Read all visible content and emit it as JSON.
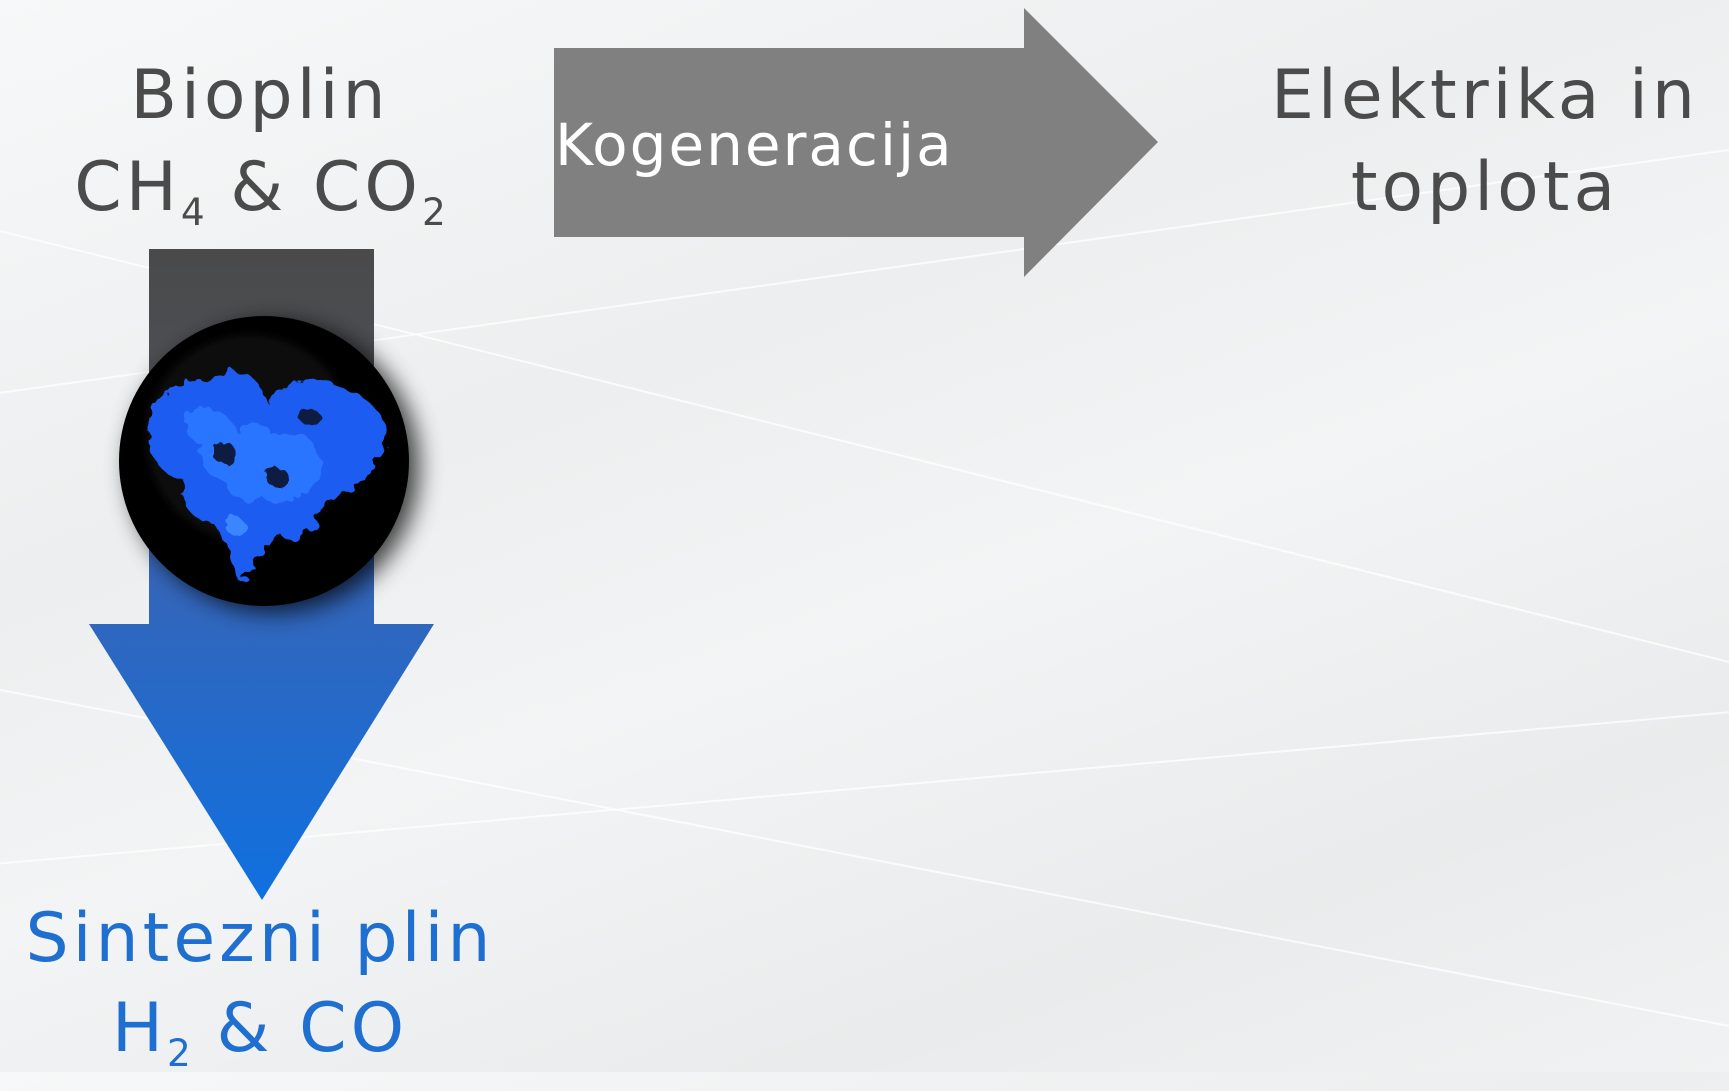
{
  "source": {
    "name": "Bioplin",
    "formula_parts": [
      "CH",
      "4",
      " & CO",
      "2"
    ]
  },
  "process": {
    "label": "Kogeneracija"
  },
  "target": {
    "line1": "Elektrika in",
    "line2": "toplota"
  },
  "product": {
    "name": "Sintezni plin",
    "formula_parts": [
      "H",
      "2",
      " & CO"
    ]
  },
  "colors": {
    "process_arrow": "#808080",
    "down_arrow_top": "#4a4a4a",
    "down_arrow_bottom": "#0f70e0",
    "text_dark": "#4b4b4b",
    "text_blue": "#1f6fd0",
    "catalyst_blue": "#1e5cf0"
  },
  "icons": {
    "catalyst": "catalyst-particle-icon"
  }
}
